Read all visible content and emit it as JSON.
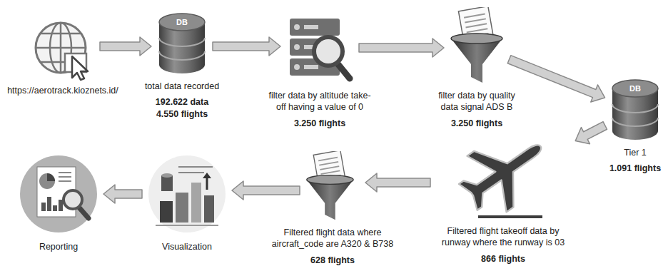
{
  "diagram": {
    "nodes": [
      {
        "text": [
          "https://aerotrack.kioznets.id/"
        ]
      },
      {
        "text": [
          "total data recorded",
          "192.622 data 4.550 flights"
        ]
      },
      {
        "text": [
          "filter data by altitude take-off having a value of 0",
          "3.250 flights"
        ]
      },
      {
        "text": [
          "filter data by quality data signal ADS B",
          "3.250 flights"
        ]
      },
      {
        "text": [
          "Tier 1",
          "1.091 flights"
        ]
      },
      {
        "text": [
          "Filtered flight takeoff data by runway where the runway is 03",
          "866 flights"
        ]
      },
      {
        "text": [
          "Filtered flight data where aircraft_code are A320 & B738",
          "628 flights"
        ]
      },
      {
        "text": [
          "Visualization"
        ]
      },
      {
        "text": [
          "Reporting"
        ]
      }
    ],
    "edges": [
      {
        "from": 0,
        "to": 1,
        "arrow": "to"
      },
      {
        "from": 1,
        "to": 2,
        "arrow": "to"
      },
      {
        "from": 2,
        "to": 3,
        "arrow": "to"
      },
      {
        "from": 3,
        "to": 4,
        "arrow": "to"
      },
      {
        "from": 4,
        "to": 5,
        "arrow": "to"
      },
      {
        "from": 5,
        "to": 6,
        "arrow": "to"
      },
      {
        "from": 6,
        "to": 7,
        "arrow": "to"
      },
      {
        "from": 7,
        "to": 8,
        "arrow": "to"
      }
    ],
    "labels": [
      "DB",
      "DB"
    ]
  }
}
